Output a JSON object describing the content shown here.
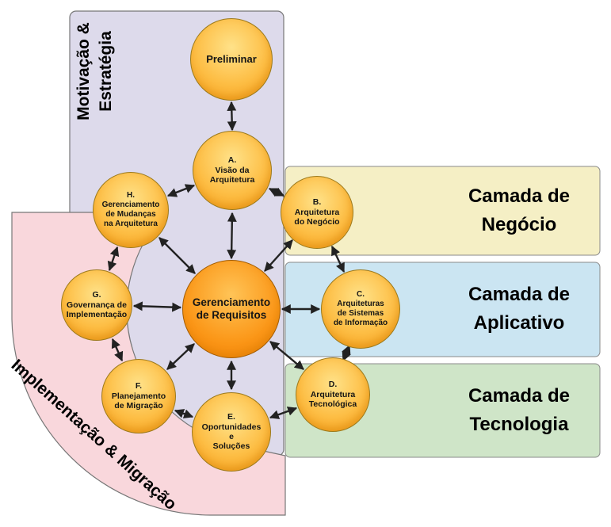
{
  "regions": {
    "motivation": "Motivação &\nEstratégia",
    "implementation": "Implementação & Migração"
  },
  "layers": [
    {
      "label": "Camada de\nNegócio"
    },
    {
      "label": "Camada de\nAplicativo"
    },
    {
      "label": "Camada de\nTecnologia"
    }
  ],
  "phases": {
    "preliminary": "Preliminar",
    "a": "A.\nVisão da\nArquitetura",
    "b": "B.\nArquitetura\ndo Negócio",
    "c": "C.\nArquiteturas\nde Sistemas\nde Informação",
    "d": "D.\nArquitetura\nTecnológica",
    "e": "E.\nOportunidades\ne\nSoluções",
    "f": "F.\nPlanejamento\nde Migração",
    "g": "G.\nGovernança de\nImplementação",
    "h": "H.\nGerenciamento\nde Mudanças\nna Arquitetura",
    "requirements": "Gerenciamento\nde Requisitos"
  },
  "colors": {
    "phase_circle": "#FDBE45",
    "requirements_circle": "#FB9718",
    "motivation_region": "#DDDAEB",
    "implementation_region": "#F9D7DC",
    "business_layer": "#F5EFC5",
    "application_layer": "#CBE5F2",
    "technology_layer": "#CFE5C8",
    "arrow": "#222222"
  }
}
